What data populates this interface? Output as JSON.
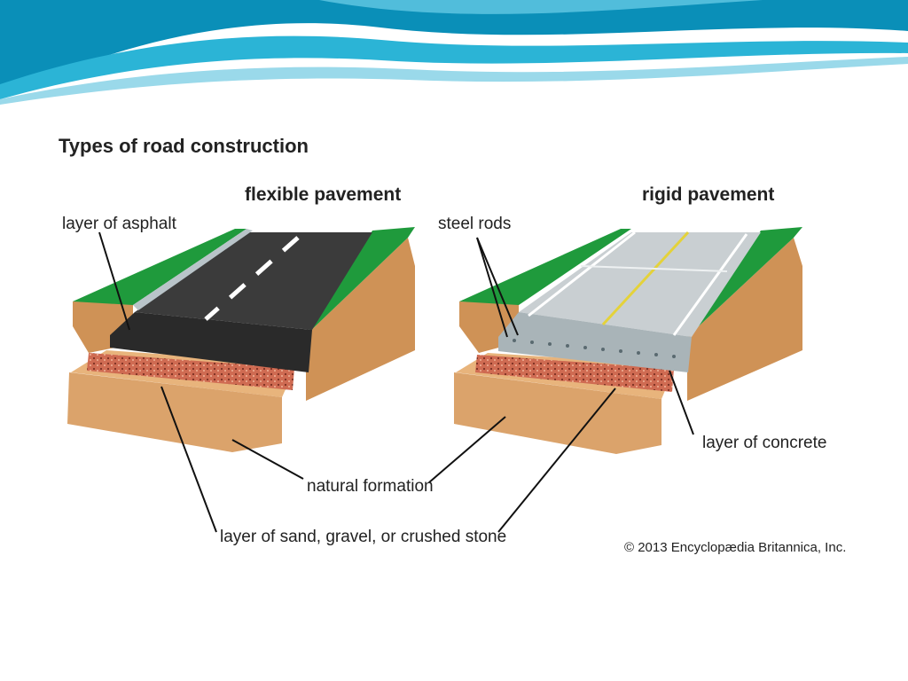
{
  "colors": {
    "wave_dark": "#0a8fb8",
    "wave_mid": "#27b2d4",
    "wave_light": "#9ad9ea",
    "grass": "#1f9a3c",
    "soil": "#dba36b",
    "soil_dark": "#b8793e",
    "gravel": "#c56450",
    "asphalt": "#3b3b3b",
    "concrete": "#c9cfd2"
  },
  "diagram": {
    "title": "Types of road construction",
    "flexible": {
      "heading": "flexible pavement",
      "asphalt_label": "layer of asphalt"
    },
    "rigid": {
      "heading": "rigid pavement",
      "rods_label": "steel rods",
      "concrete_label": "layer of concrete"
    },
    "shared": {
      "formation_label": "natural formation",
      "gravel_label": "layer of sand, gravel, or crushed stone"
    },
    "copyright": "© 2013 Encyclopædia Britannica, Inc."
  }
}
